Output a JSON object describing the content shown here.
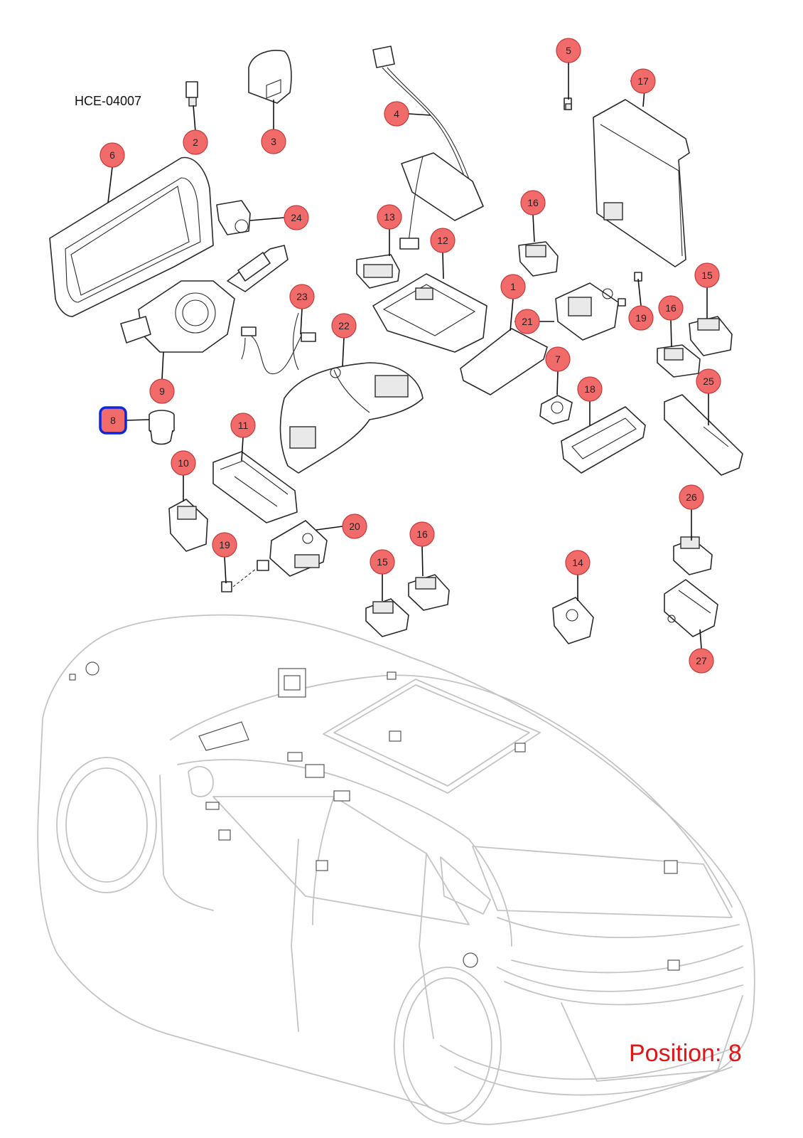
{
  "diagram_code": "HCE-04007",
  "position_label": "Position: 8",
  "selected_callout": "8",
  "colors": {
    "callout_fill": "#f26b6b",
    "selected_outline": "#0a28e0",
    "position_text": "#e01515",
    "car_outline": "#c4c4c4"
  },
  "callouts": [
    {
      "id": "c1",
      "label": "1"
    },
    {
      "id": "c2",
      "label": "2"
    },
    {
      "id": "c3",
      "label": "3"
    },
    {
      "id": "c4",
      "label": "4"
    },
    {
      "id": "c5",
      "label": "5"
    },
    {
      "id": "c6",
      "label": "6"
    },
    {
      "id": "c7",
      "label": "7"
    },
    {
      "id": "c8",
      "label": "8"
    },
    {
      "id": "c9",
      "label": "9"
    },
    {
      "id": "c10",
      "label": "10"
    },
    {
      "id": "c11",
      "label": "11"
    },
    {
      "id": "c12",
      "label": "12"
    },
    {
      "id": "c13",
      "label": "13"
    },
    {
      "id": "c14",
      "label": "14"
    },
    {
      "id": "c15a",
      "label": "15"
    },
    {
      "id": "c15b",
      "label": "15"
    },
    {
      "id": "c16a",
      "label": "16"
    },
    {
      "id": "c16b",
      "label": "16"
    },
    {
      "id": "c16c",
      "label": "16"
    },
    {
      "id": "c17",
      "label": "17"
    },
    {
      "id": "c18",
      "label": "18"
    },
    {
      "id": "c19a",
      "label": "19"
    },
    {
      "id": "c19b",
      "label": "19"
    },
    {
      "id": "c20",
      "label": "20"
    },
    {
      "id": "c21",
      "label": "21"
    },
    {
      "id": "c22",
      "label": "22"
    },
    {
      "id": "c23",
      "label": "23"
    },
    {
      "id": "c24",
      "label": "24"
    },
    {
      "id": "c25",
      "label": "25"
    },
    {
      "id": "c26",
      "label": "26"
    },
    {
      "id": "c27",
      "label": "27"
    }
  ]
}
